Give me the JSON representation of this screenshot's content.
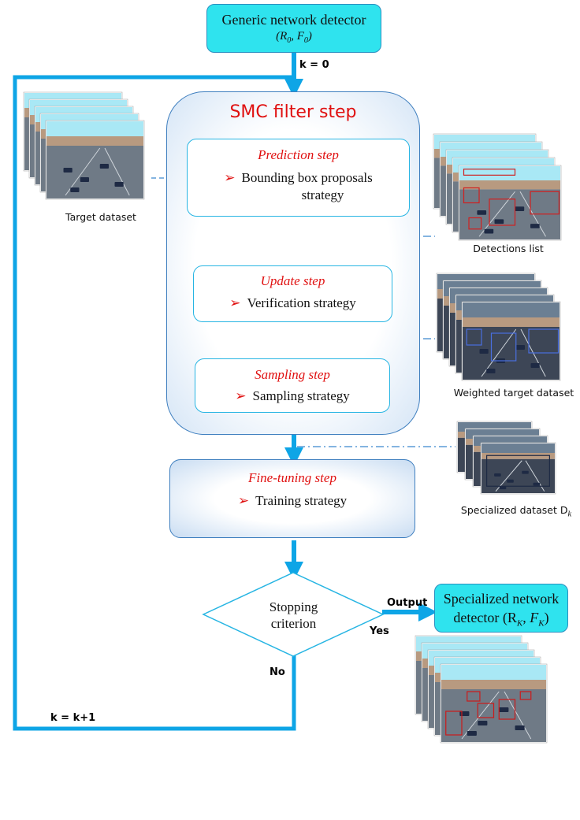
{
  "generic_detector": {
    "title": "Generic network detector",
    "params": "(R",
    "p1": "0",
    "p2": "0"
  },
  "k_init": "k = 0",
  "smc": {
    "title": "SMC filter step"
  },
  "prediction": {
    "title": "Prediction step",
    "item_line1": "Bounding box proposals",
    "item_line2": "strategy"
  },
  "update": {
    "title": "Update step",
    "item": "Verification strategy"
  },
  "sampling": {
    "title": "Sampling step",
    "item": "Sampling strategy"
  },
  "finetuning": {
    "title": "Fine-tuning step",
    "item": "Training strategy"
  },
  "decision": {
    "line1": "Stopping",
    "line2": "criterion"
  },
  "specialized_detector": {
    "line1": "Specialized network",
    "line2": "detector (R",
    "sub1": "K",
    "sub2": "K"
  },
  "labels": {
    "output": "Output",
    "yes": "Yes",
    "no": "No",
    "k_update": "k = k+1"
  },
  "captions": {
    "target": "Target dataset",
    "detections": "Detections list",
    "weighted": "Weighted target dataset",
    "specialized": "Specialized dataset D",
    "specialized_sub": "k"
  },
  "colors": {
    "arrow": "#0ea5e6",
    "dashed": "#5b9bd5",
    "title_red": "#e01010",
    "cyan_box": "#2fe3ee"
  }
}
